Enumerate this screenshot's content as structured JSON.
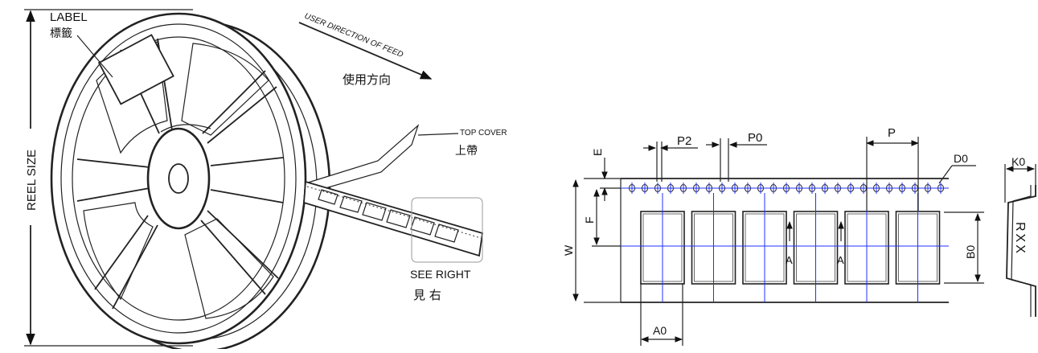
{
  "reel": {
    "reel_size_label": "REEL SIZE",
    "label_en": "LABEL",
    "label_cn": "標籤",
    "feed_direction_en": "USER DIRECTION OF FEED",
    "feed_direction_cn": "使用方向",
    "top_cover_en": "TOP COVER",
    "top_cover_cn": "上帶",
    "see_right_en": "SEE RIGHT",
    "see_right_cn": "見 右"
  },
  "tape": {
    "label_P2": "P2",
    "label_P0": "P0",
    "label_P": "P",
    "label_D0": "D0",
    "label_E": "E",
    "label_F": "F",
    "label_W": "W",
    "label_B0": "B0",
    "label_A0": "A0",
    "label_A": "A",
    "label_K0": "K0",
    "part_marking": "RXX",
    "pocket_count": 6,
    "sprocket_hole_count": 25
  }
}
